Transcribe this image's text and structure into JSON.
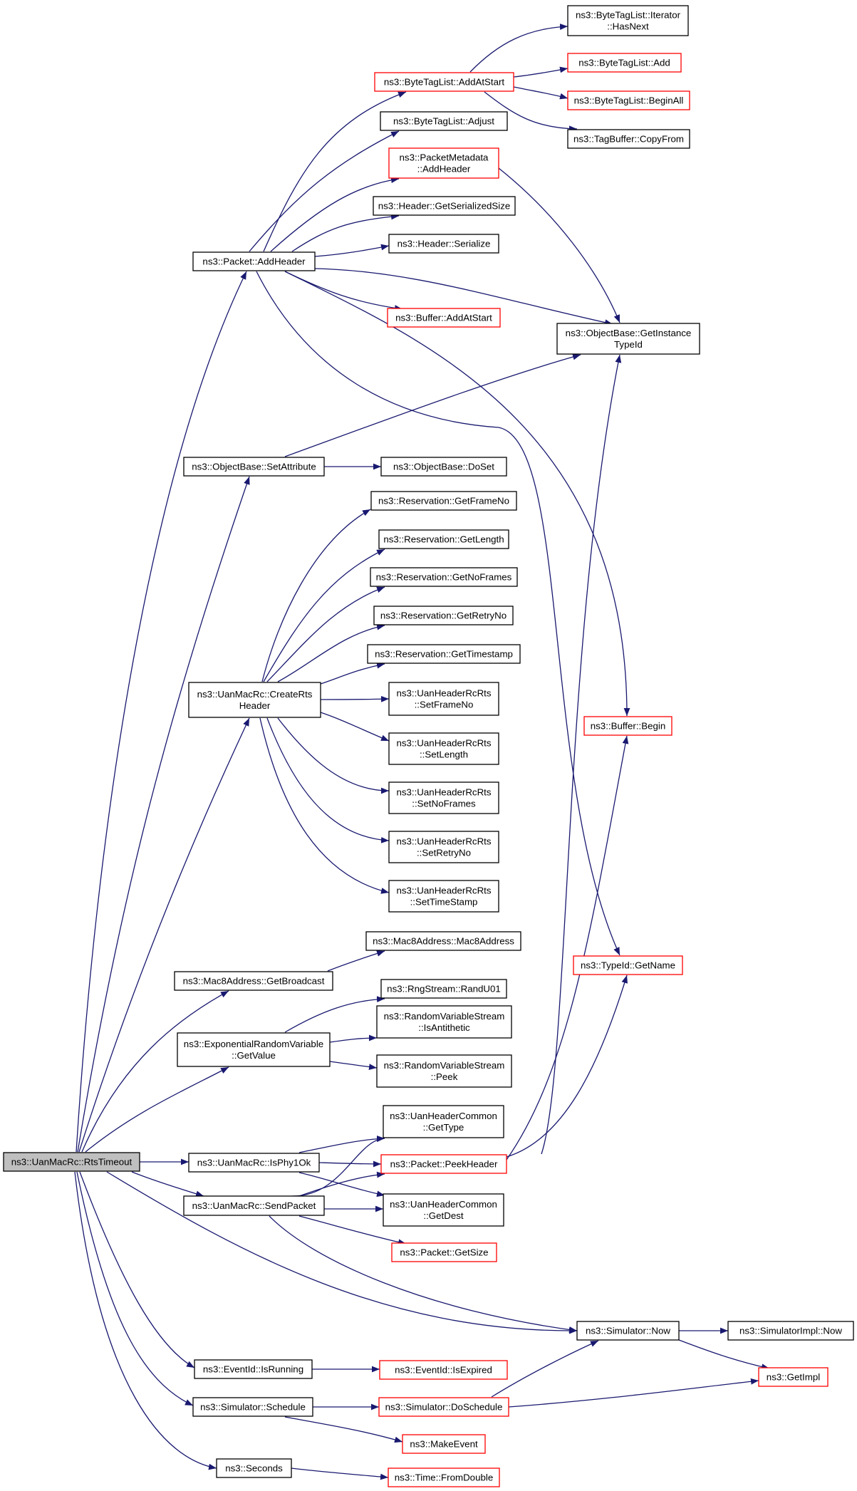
{
  "colors": {
    "edge": "#191970",
    "node_border_default": "#000000",
    "node_border_truncated": "#ff0000",
    "node_fill_default": "#ffffff",
    "node_fill_root": "#bfbfbf"
  },
  "nodes": [
    {
      "id": "root",
      "lines": [
        "ns3::UanMacRc::RtsTimeout"
      ],
      "style": "root"
    },
    {
      "id": "n1",
      "lines": [
        "ns3::Packet::AddHeader"
      ],
      "style": "normal"
    },
    {
      "id": "n2",
      "lines": [
        "ns3::ByteTagList::AddAtStart"
      ],
      "style": "truncated"
    },
    {
      "id": "n3",
      "lines": [
        "ns3::ByteTagList::Iterator",
        "::HasNext"
      ],
      "style": "normal"
    },
    {
      "id": "n4",
      "lines": [
        "ns3::ByteTagList::Add"
      ],
      "style": "truncated"
    },
    {
      "id": "n5",
      "lines": [
        "ns3::ByteTagList::BeginAll"
      ],
      "style": "truncated"
    },
    {
      "id": "n6",
      "lines": [
        "ns3::TagBuffer::CopyFrom"
      ],
      "style": "normal"
    },
    {
      "id": "n7",
      "lines": [
        "ns3::ByteTagList::Adjust"
      ],
      "style": "normal"
    },
    {
      "id": "n8",
      "lines": [
        "ns3::PacketMetadata",
        "::AddHeader"
      ],
      "style": "truncated"
    },
    {
      "id": "n9",
      "lines": [
        "ns3::ObjectBase::GetInstance",
        "TypeId"
      ],
      "style": "normal"
    },
    {
      "id": "n10",
      "lines": [
        "ns3::Header::GetSerializedSize"
      ],
      "style": "normal"
    },
    {
      "id": "n11",
      "lines": [
        "ns3::Header::Serialize"
      ],
      "style": "normal"
    },
    {
      "id": "n12",
      "lines": [
        "ns3::Buffer::AddAtStart"
      ],
      "style": "truncated"
    },
    {
      "id": "n13",
      "lines": [
        "ns3::Buffer::Begin"
      ],
      "style": "truncated"
    },
    {
      "id": "n14",
      "lines": [
        "ns3::TypeId::GetName"
      ],
      "style": "truncated"
    },
    {
      "id": "n15",
      "lines": [
        "ns3::ObjectBase::SetAttribute"
      ],
      "style": "normal"
    },
    {
      "id": "n16",
      "lines": [
        "ns3::ObjectBase::DoSet"
      ],
      "style": "normal"
    },
    {
      "id": "n17",
      "lines": [
        "ns3::UanMacRc::CreateRts",
        "Header"
      ],
      "style": "normal"
    },
    {
      "id": "n18",
      "lines": [
        "ns3::Reservation::GetFrameNo"
      ],
      "style": "normal"
    },
    {
      "id": "n19",
      "lines": [
        "ns3::Reservation::GetLength"
      ],
      "style": "normal"
    },
    {
      "id": "n20",
      "lines": [
        "ns3::Reservation::GetNoFrames"
      ],
      "style": "normal"
    },
    {
      "id": "n21",
      "lines": [
        "ns3::Reservation::GetRetryNo"
      ],
      "style": "normal"
    },
    {
      "id": "n22",
      "lines": [
        "ns3::Reservation::GetTimestamp"
      ],
      "style": "normal"
    },
    {
      "id": "n23",
      "lines": [
        "ns3::UanHeaderRcRts",
        "::SetFrameNo"
      ],
      "style": "normal"
    },
    {
      "id": "n24",
      "lines": [
        "ns3::UanHeaderRcRts",
        "::SetLength"
      ],
      "style": "normal"
    },
    {
      "id": "n25",
      "lines": [
        "ns3::UanHeaderRcRts",
        "::SetNoFrames"
      ],
      "style": "normal"
    },
    {
      "id": "n26",
      "lines": [
        "ns3::UanHeaderRcRts",
        "::SetRetryNo"
      ],
      "style": "normal"
    },
    {
      "id": "n27",
      "lines": [
        "ns3::UanHeaderRcRts",
        "::SetTimeStamp"
      ],
      "style": "normal"
    },
    {
      "id": "n28",
      "lines": [
        "ns3::Mac8Address::GetBroadcast"
      ],
      "style": "normal"
    },
    {
      "id": "n29",
      "lines": [
        "ns3::Mac8Address::Mac8Address"
      ],
      "style": "normal"
    },
    {
      "id": "n30",
      "lines": [
        "ns3::ExponentialRandomVariable",
        "::GetValue"
      ],
      "style": "normal"
    },
    {
      "id": "n31",
      "lines": [
        "ns3::RngStream::RandU01"
      ],
      "style": "normal"
    },
    {
      "id": "n32",
      "lines": [
        "ns3::RandomVariableStream",
        "::IsAntithetic"
      ],
      "style": "normal"
    },
    {
      "id": "n33",
      "lines": [
        "ns3::RandomVariableStream",
        "::Peek"
      ],
      "style": "normal"
    },
    {
      "id": "n34",
      "lines": [
        "ns3::UanMacRc::IsPhy1Ok"
      ],
      "style": "normal"
    },
    {
      "id": "n35",
      "lines": [
        "ns3::UanHeaderCommon",
        "::GetType"
      ],
      "style": "normal"
    },
    {
      "id": "n36",
      "lines": [
        "ns3::Packet::PeekHeader"
      ],
      "style": "truncated"
    },
    {
      "id": "n37",
      "lines": [
        "ns3::UanMacRc::SendPacket"
      ],
      "style": "normal"
    },
    {
      "id": "n38",
      "lines": [
        "ns3::UanHeaderCommon",
        "::GetDest"
      ],
      "style": "normal"
    },
    {
      "id": "n39",
      "lines": [
        "ns3::Packet::GetSize"
      ],
      "style": "truncated"
    },
    {
      "id": "n40",
      "lines": [
        "ns3::Simulator::Now"
      ],
      "style": "normal"
    },
    {
      "id": "n41",
      "lines": [
        "ns3::SimulatorImpl::Now"
      ],
      "style": "normal"
    },
    {
      "id": "n42",
      "lines": [
        "ns3::GetImpl"
      ],
      "style": "truncated"
    },
    {
      "id": "n43",
      "lines": [
        "ns3::EventId::IsRunning"
      ],
      "style": "normal"
    },
    {
      "id": "n44",
      "lines": [
        "ns3::EventId::IsExpired"
      ],
      "style": "truncated"
    },
    {
      "id": "n45",
      "lines": [
        "ns3::Simulator::Schedule"
      ],
      "style": "normal"
    },
    {
      "id": "n46",
      "lines": [
        "ns3::Simulator::DoSchedule"
      ],
      "style": "truncated"
    },
    {
      "id": "n47",
      "lines": [
        "ns3::MakeEvent"
      ],
      "style": "truncated"
    },
    {
      "id": "n48",
      "lines": [
        "ns3::Seconds"
      ],
      "style": "normal"
    },
    {
      "id": "n49",
      "lines": [
        "ns3::Time::FromDouble"
      ],
      "style": "truncated"
    }
  ],
  "edges": [
    {
      "from": "root",
      "to": "n1"
    },
    {
      "from": "root",
      "to": "n15"
    },
    {
      "from": "root",
      "to": "n17"
    },
    {
      "from": "root",
      "to": "n28"
    },
    {
      "from": "root",
      "to": "n30"
    },
    {
      "from": "root",
      "to": "n34"
    },
    {
      "from": "root",
      "to": "n37"
    },
    {
      "from": "root",
      "to": "n40"
    },
    {
      "from": "root",
      "to": "n43"
    },
    {
      "from": "root",
      "to": "n45"
    },
    {
      "from": "root",
      "to": "n48"
    },
    {
      "from": "n1",
      "to": "n2"
    },
    {
      "from": "n1",
      "to": "n7"
    },
    {
      "from": "n1",
      "to": "n8"
    },
    {
      "from": "n1",
      "to": "n10"
    },
    {
      "from": "n1",
      "to": "n11"
    },
    {
      "from": "n1",
      "to": "n9"
    },
    {
      "from": "n1",
      "to": "n12"
    },
    {
      "from": "n1",
      "to": "n13"
    },
    {
      "from": "n1",
      "to": "n14"
    },
    {
      "from": "n2",
      "to": "n3"
    },
    {
      "from": "n2",
      "to": "n4"
    },
    {
      "from": "n2",
      "to": "n5"
    },
    {
      "from": "n2",
      "to": "n6"
    },
    {
      "from": "n8",
      "to": "n9"
    },
    {
      "from": "n15",
      "to": "n9"
    },
    {
      "from": "n15",
      "to": "n16"
    },
    {
      "from": "n17",
      "to": "n18"
    },
    {
      "from": "n17",
      "to": "n19"
    },
    {
      "from": "n17",
      "to": "n20"
    },
    {
      "from": "n17",
      "to": "n21"
    },
    {
      "from": "n17",
      "to": "n22"
    },
    {
      "from": "n17",
      "to": "n23"
    },
    {
      "from": "n17",
      "to": "n24"
    },
    {
      "from": "n17",
      "to": "n25"
    },
    {
      "from": "n17",
      "to": "n26"
    },
    {
      "from": "n17",
      "to": "n27"
    },
    {
      "from": "n28",
      "to": "n29"
    },
    {
      "from": "n30",
      "to": "n31"
    },
    {
      "from": "n30",
      "to": "n32"
    },
    {
      "from": "n30",
      "to": "n33"
    },
    {
      "from": "n34",
      "to": "n35"
    },
    {
      "from": "n34",
      "to": "n36"
    },
    {
      "from": "n34",
      "to": "n38"
    },
    {
      "from": "n36",
      "to": "n9"
    },
    {
      "from": "n36",
      "to": "n13"
    },
    {
      "from": "n36",
      "to": "n14"
    },
    {
      "from": "n37",
      "to": "n35"
    },
    {
      "from": "n37",
      "to": "n36"
    },
    {
      "from": "n37",
      "to": "n38"
    },
    {
      "from": "n37",
      "to": "n39"
    },
    {
      "from": "n37",
      "to": "n40"
    },
    {
      "from": "n40",
      "to": "n41"
    },
    {
      "from": "n40",
      "to": "n42"
    },
    {
      "from": "n43",
      "to": "n44"
    },
    {
      "from": "n45",
      "to": "n46"
    },
    {
      "from": "n45",
      "to": "n47"
    },
    {
      "from": "n46",
      "to": "n40"
    },
    {
      "from": "n46",
      "to": "n42"
    },
    {
      "from": "n48",
      "to": "n49"
    }
  ]
}
